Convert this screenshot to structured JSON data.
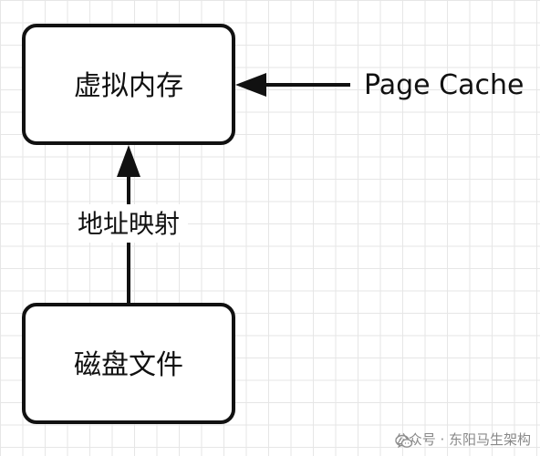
{
  "diagram": {
    "nodes": {
      "virtual_memory": {
        "label": "虚拟内存"
      },
      "disk_file": {
        "label": "磁盘文件"
      }
    },
    "edges": {
      "address_mapping": {
        "label": "地址映射"
      }
    },
    "external": {
      "page_cache": {
        "label": "Page Cache"
      }
    }
  },
  "watermark": {
    "icon": "wechat-icon",
    "text": "公众号 · 东阳马生架构"
  }
}
